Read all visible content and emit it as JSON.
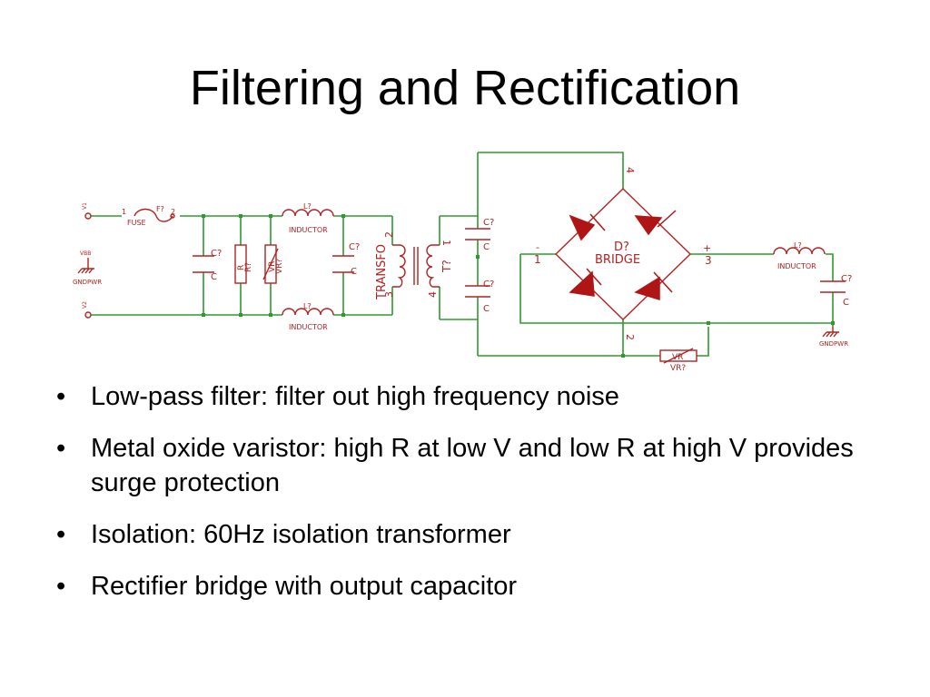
{
  "slide": {
    "title": "Filtering and Rectification"
  },
  "colors": {
    "wire": "#2e9a2e",
    "component": "#b22222",
    "label": "#b22222",
    "diode": "#b01515"
  },
  "schematic": {
    "labels": {
      "v1": "V1",
      "vbb": "VBB",
      "gndpwr_left": "GNDPWR",
      "v2": "V2",
      "fuse_pin1": "1",
      "fuse_name": "FUSE",
      "fuse_ref": "F?",
      "fuse_pin2": "2",
      "cap1_ref": "C?",
      "cap1_val": "C",
      "res_ref": "R?",
      "res_val": "R",
      "var1_ref": "VR?",
      "var1_val": "VR",
      "ind_top_ref": "L?",
      "ind_top_name": "INDUCTOR",
      "ind_bot_ref": "L?",
      "ind_bot_name": "INDUCTOR",
      "cap2_ref": "C?",
      "cap2_val": "C",
      "transfo_name": "TRANSFO",
      "transfo_ref": "T?",
      "tr_pin2": "2",
      "tr_pin3": "3",
      "tr_pin1": "1",
      "tr_pin4": "4",
      "cap3_ref": "C?",
      "cap3_val": "C",
      "cap4_ref": "C?",
      "cap4_val": "C",
      "bridge_ref": "D?",
      "bridge_name": "BRIDGE",
      "br_pin4": "4",
      "br_pin2": "2",
      "br_minus": "-",
      "br_pin1": "1",
      "br_plus": "+",
      "br_pin3": "3",
      "ind_out_ref": "L?",
      "ind_out_name": "INDUCTOR",
      "cap_out_ref": "C?",
      "cap_out_val": "C",
      "gndpwr_right": "GNDPWR",
      "var2_val": "VR",
      "var2_ref": "VR?"
    }
  },
  "bullets": [
    "Low-pass filter: filter out high frequency noise",
    "Metal oxide varistor: high R at low V and low R at high V provides surge protection",
    "Isolation: 60Hz isolation transformer",
    "Rectifier bridge with output capacitor"
  ],
  "bullet_symbol": "•"
}
